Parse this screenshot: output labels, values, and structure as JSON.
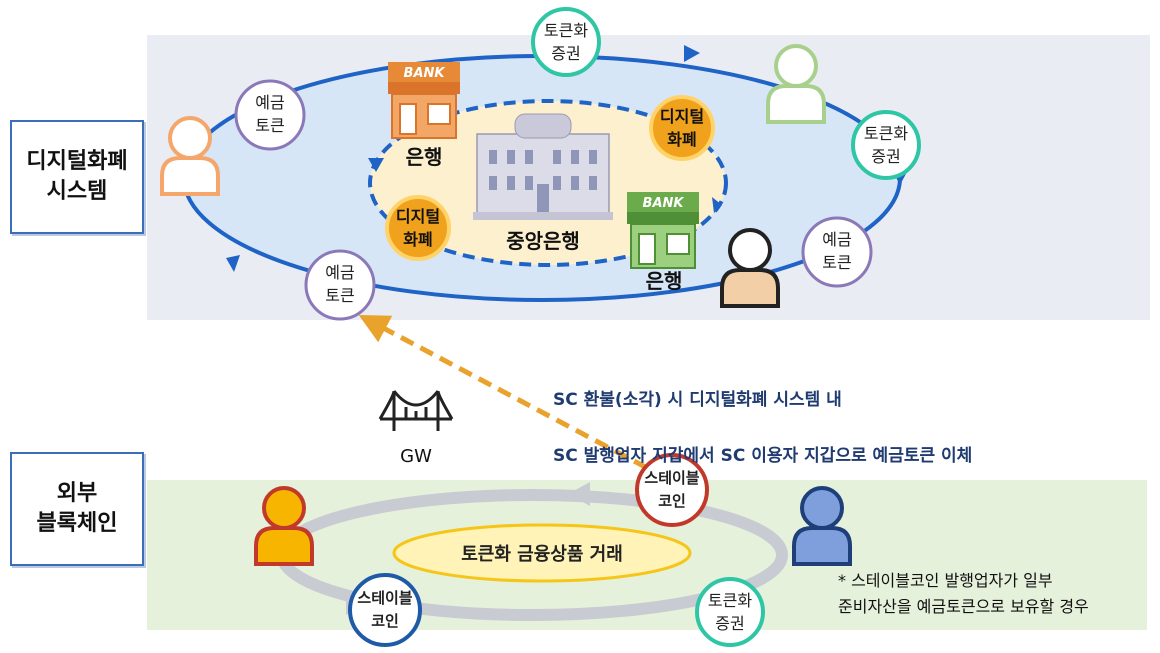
{
  "labels": {
    "dc_system": "디지털화폐\n시스템",
    "external_chain": "외부\n블록체인",
    "central_bank": "중앙은행",
    "bank": "은행",
    "bank_sign": "BANK",
    "digital_currency": [
      "디지털",
      "화폐"
    ],
    "deposit_token": [
      "예금",
      "토큰"
    ],
    "tokenized_security": [
      "토큰화",
      "증권"
    ],
    "stablecoin": [
      "스테이블",
      "코인"
    ],
    "tokenized_trading": "토큰화 금융상품 거래",
    "gateway": "GW"
  },
  "caption": {
    "line1": "SC 환불(소각) 시 디지털화폐 시스템 내",
    "line2": "SC 발행업자 지갑에서 SC 이용자 지갑으로 예금토큰 이체"
  },
  "footnote": "* 스테이블코인 발행업자가 일부\n  준비자산을 예금토큰으로 보유할 경우",
  "colors": {
    "top_panel": "#e9edf3",
    "outer_ellipse_fill": "#d7e6f6",
    "flow_blue": "#1f63c6",
    "inner_ellipse_fill": "#fdf0cf",
    "bottom_panel": "#e6f1dc",
    "flow_gray": "#c9cbd3",
    "dashed_orange": "#e9a22c",
    "deposit_token_ring": "#8a78b8",
    "security_ring": "#2fc6a6",
    "stablecoin_red": "#c0392b",
    "stablecoin_blue": "#1e5aa8",
    "person_orange": "#f4a66b",
    "person_green": "#a8d08d",
    "person_tan": "#f2cfa6",
    "person_yellow": "#f7b500",
    "person_blue": "#7f9fdc",
    "bank_orange": "#e68a38",
    "bank_green": "#6cab4c",
    "coin_orange": "#f0a21c"
  },
  "icons": {
    "person": "person-icon",
    "bank": "bank-building-icon",
    "central_bank": "central-bank-building-icon",
    "gateway": "bridge-icon"
  }
}
